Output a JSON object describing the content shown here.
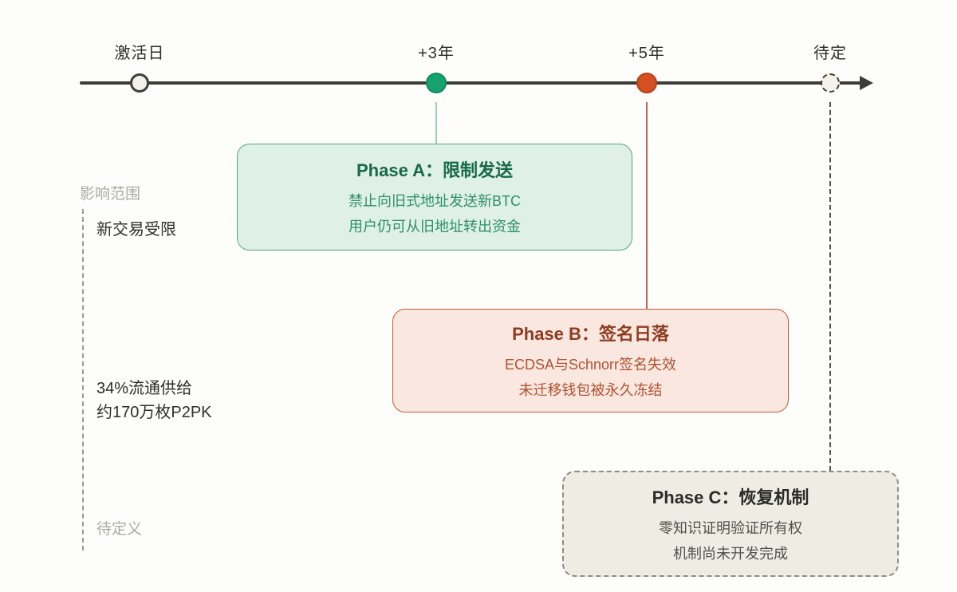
{
  "timeline": {
    "markers": [
      {
        "label": "激活日",
        "type": "activation",
        "color": "#f2f0e8"
      },
      {
        "label": "+3年",
        "type": "phase-a",
        "color": "#17a173"
      },
      {
        "label": "+5年",
        "type": "phase-b",
        "color": "#d45023"
      },
      {
        "label": "待定",
        "type": "phase-c-tbd",
        "color": "#f4f2ea"
      }
    ]
  },
  "left_labels": {
    "impact_scope": "影响范围",
    "new_tx_restricted": "新交易受限",
    "supply_line1": "34%流通供给",
    "supply_line2": "约170万枚P2PK",
    "to_be_defined": "待定义"
  },
  "cards": {
    "phase_a": {
      "title": "Phase A：限制发送",
      "line1": "禁止向旧式地址发送新BTC",
      "line2": "用户仍可从旧地址转出资金"
    },
    "phase_b": {
      "title": "Phase B：签名日落",
      "line1": "ECDSA与Schnorr签名失效",
      "line2": "未迁移钱包被永久冻结"
    },
    "phase_c": {
      "title": "Phase C：恢复机制",
      "line1": "零知识证明验证所有权",
      "line2": "机制尚未开发完成"
    }
  },
  "colors": {
    "background": "#fdfdfb",
    "timeline": "#3d3d39",
    "green_accent": "#17a173",
    "red_accent": "#d45023",
    "card_a_bg": "#def0e7",
    "card_a_border": "#53a486",
    "card_a_title": "#17684e",
    "card_b_bg": "#fae8e0",
    "card_b_border": "#c05a32",
    "card_b_title": "#8f3c20",
    "card_c_bg": "#efece3",
    "card_c_border": "#8e8e85",
    "muted_text": "#abaaa4",
    "dark_text": "#2e2e2b"
  }
}
